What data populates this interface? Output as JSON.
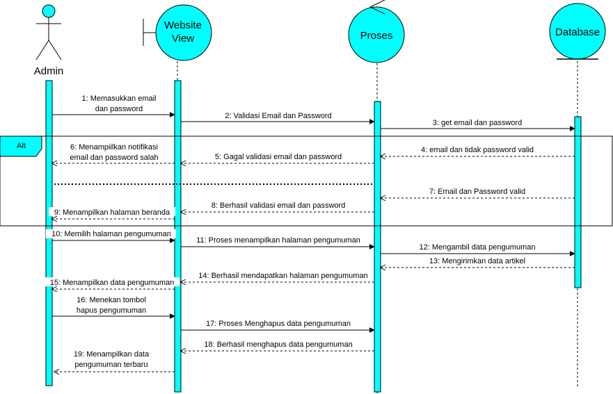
{
  "colors": {
    "accent": "#00ffff",
    "line": "#000000"
  },
  "actor": {
    "label": "Admin",
    "icon": "stick-figure-actor-icon"
  },
  "participants": {
    "view": {
      "label_line1": "Website",
      "label_line2": "View",
      "icon": "boundary-icon"
    },
    "proses": {
      "label": "Proses",
      "icon": "control-icon"
    },
    "database": {
      "label": "Database",
      "icon": "entity-icon"
    }
  },
  "frame": {
    "label": "Alt"
  },
  "messages": [
    {
      "line1": "1: Memasukkan email",
      "line2": "dan password"
    },
    {
      "line1": "2: Validasi Email dan Password"
    },
    {
      "line1": "3: get email dan password"
    },
    {
      "line1": "4: email dan tidak password valid"
    },
    {
      "line1": "5: Gagal validasi email dan password"
    },
    {
      "line1": "6: Menampiilkan notifikasi",
      "line2": "email dan password salah"
    },
    {
      "line1": "7: Email dan Password valid"
    },
    {
      "line1": "8: Berhasil validasi email dan password"
    },
    {
      "line1": "9: Menampilkan halaman beranda"
    },
    {
      "line1": "10: Memilih halaman pengumuman"
    },
    {
      "line1": "11: Proses menampilkan halaman pengumuman"
    },
    {
      "line1": "12: Mengambil data pengumuman"
    },
    {
      "line1": "13: Mengirimkan data artikel"
    },
    {
      "line1": "14: Berhasil mendapatkan halaman pengumuman"
    },
    {
      "line1": "15: Menampilkan data pengumuman"
    },
    {
      "line1": "16: Menekan tombol",
      "line2": "hapus pengumuman"
    },
    {
      "line1": "17: Proses Menghapus data pengumuman"
    },
    {
      "line1": "18: Berhasil menghapus data pengumuman"
    },
    {
      "line1": "19: Menampilkan data",
      "line2": "pengumuman terbaru"
    }
  ]
}
